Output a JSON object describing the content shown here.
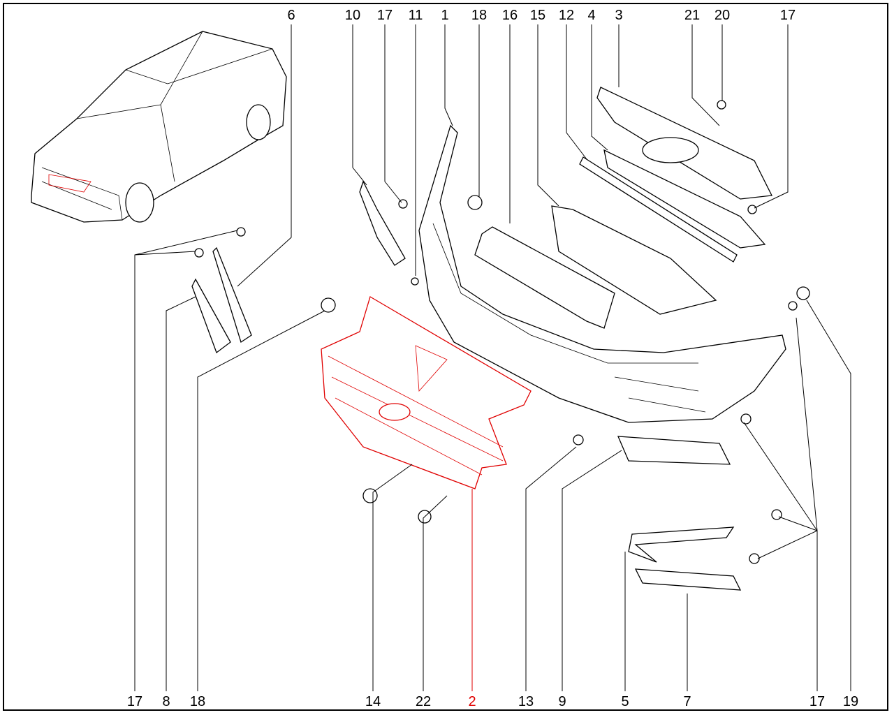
{
  "diagram": {
    "highlight_color": "#e00000",
    "top_callouts": [
      "6",
      "10",
      "17",
      "11",
      "1",
      "18",
      "16",
      "15",
      "12",
      "4",
      "3",
      "21",
      "20",
      "17"
    ],
    "bottom_callouts": [
      "17",
      "8",
      "18",
      "14",
      "22",
      "2",
      "13",
      "9",
      "5",
      "7",
      "17",
      "19"
    ],
    "highlighted_part": "2"
  }
}
